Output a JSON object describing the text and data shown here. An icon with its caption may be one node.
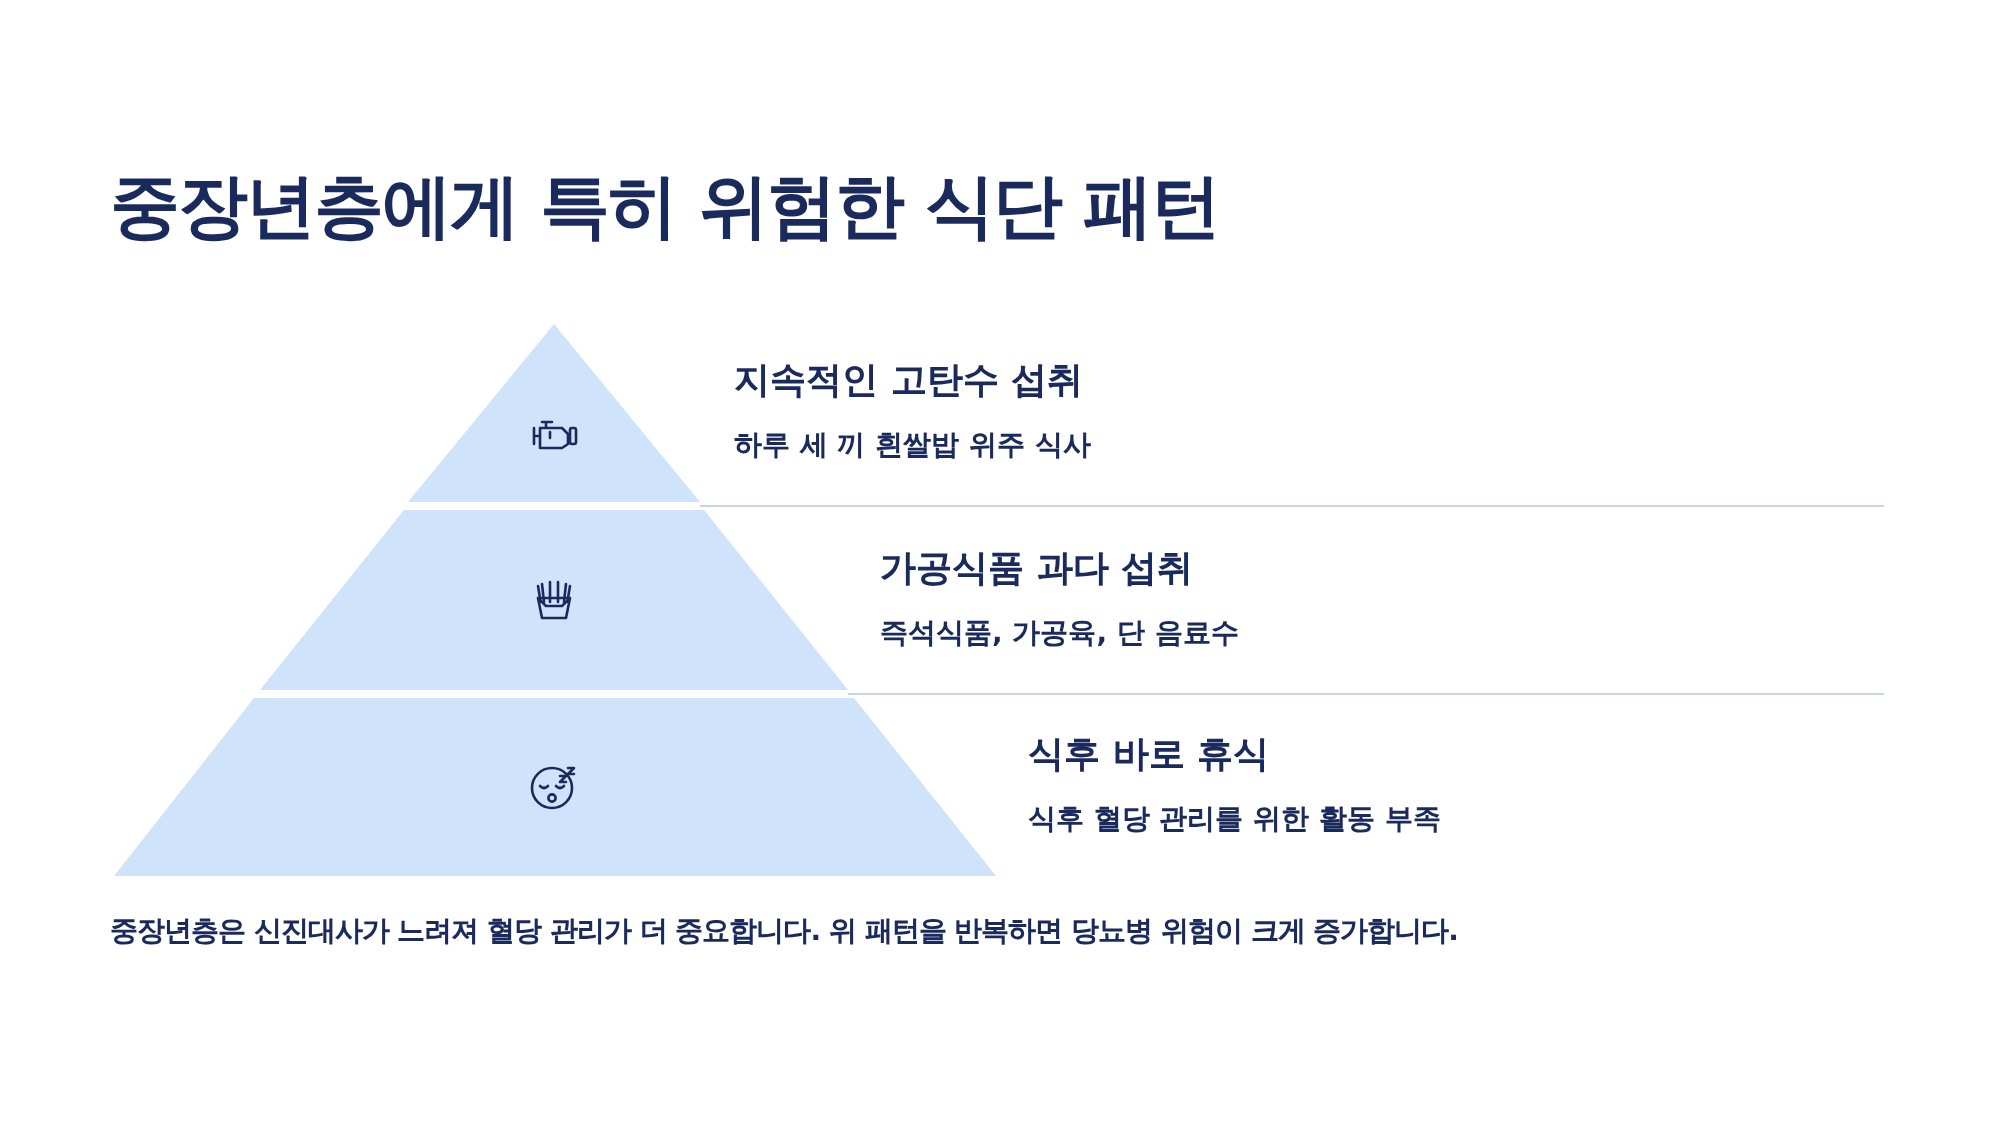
{
  "diagram": {
    "title": "중장년층에게 특히 위험한 식단 패턴",
    "caption": "중장년층은 신진대사가 느려져 혈당 관리가 더 중요합니다. 위 패턴을 반복하면 당뇨병 위험이 크게 증가합니다.",
    "nodes": [
      {
        "text": [
          "지속적인 고탄수 섭취",
          "하루 세 끼 흰쌀밥 위주 식사"
        ]
      },
      {
        "text": [
          "가공식품 과다 섭취",
          "즉석식품, 가공육, 단 음료수"
        ]
      },
      {
        "text": [
          "식후 바로 휴식",
          "식후 혈당 관리를 위한 활동 부족"
        ]
      }
    ]
  }
}
